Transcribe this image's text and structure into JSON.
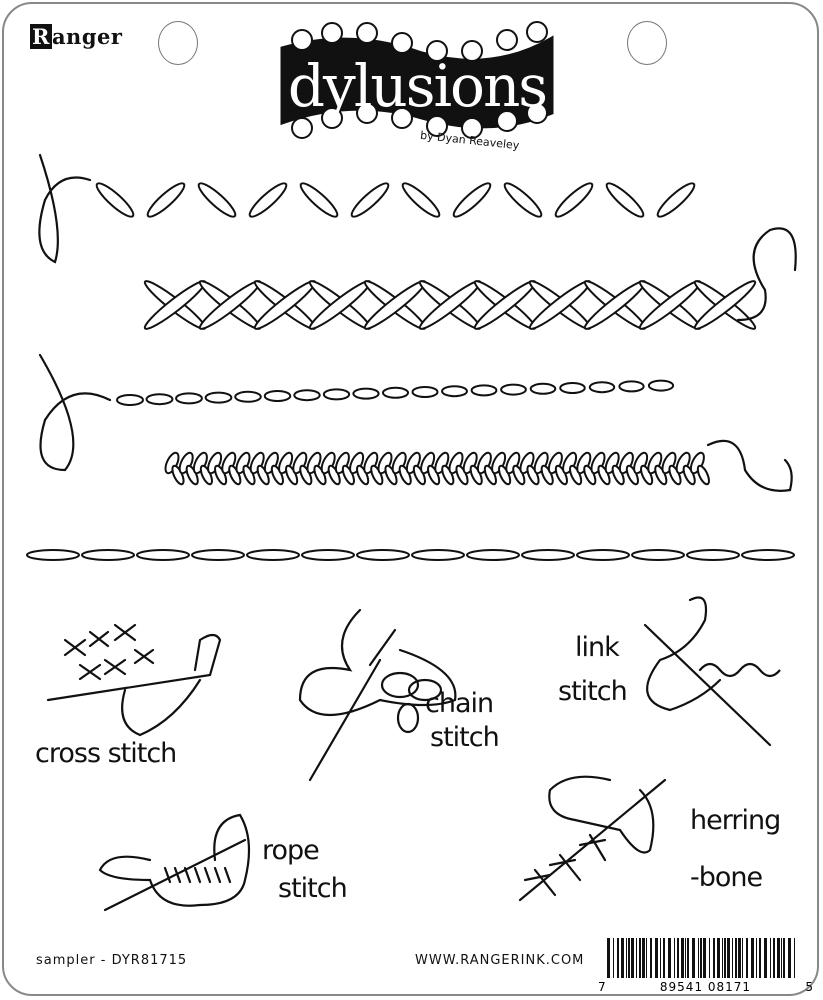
{
  "brand": {
    "name": "Ranger",
    "initial": "R",
    "rest": "anger"
  },
  "logo": {
    "title": "dylusions",
    "byline": "by Dyan Reaveley"
  },
  "labels": {
    "cross_stitch": "cross stitch",
    "chain_stitch_1": "chain",
    "chain_stitch_2": "stitch",
    "link_stitch_1": "link",
    "link_stitch_2": "stitch",
    "rope_stitch_1": "rope",
    "rope_stitch_2": "stitch",
    "herringbone_1": "herring",
    "herringbone_2": "-bone"
  },
  "footer": {
    "product": "sampler - DYR81715",
    "website": "WWW.RANGERINK.COM",
    "barcode_left": "7",
    "barcode_mid": "89541 08171",
    "barcode_right": "5"
  }
}
